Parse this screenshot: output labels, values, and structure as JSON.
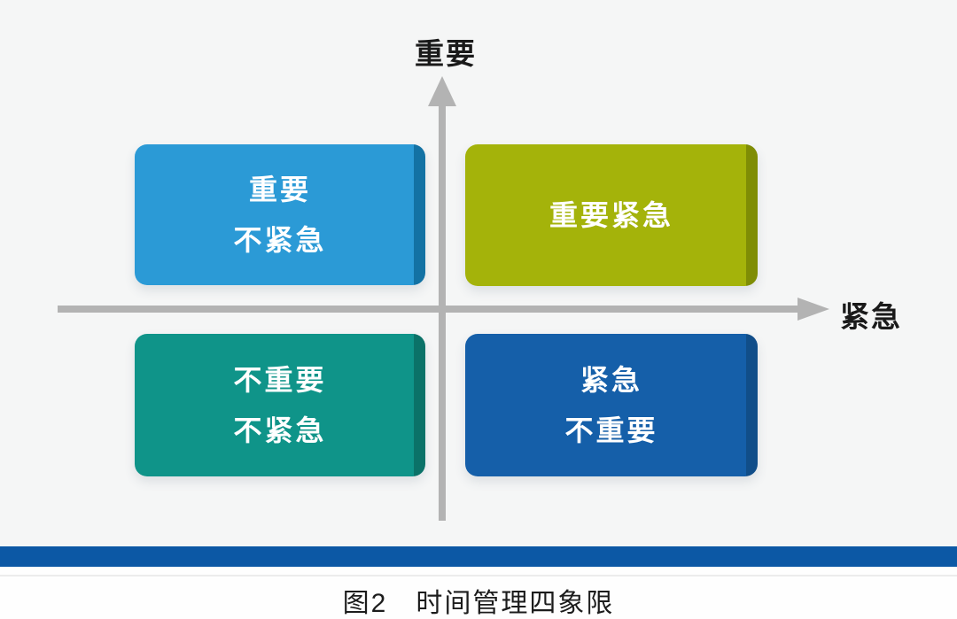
{
  "figure": {
    "axes": {
      "y_label": "重要",
      "x_label": "紧急",
      "axis_color": "#b3b3b3",
      "label_color": "#1a1a1a"
    },
    "icons": {
      "y_axis_arrow": "up-arrow",
      "x_axis_arrow": "right-arrow"
    },
    "quadrants": [
      {
        "id": "important-not-urgent",
        "lines": [
          "重要",
          "不紧急"
        ],
        "face_color": "#2b9ad6",
        "edge_color": "#1372a4"
      },
      {
        "id": "important-urgent",
        "lines": [
          "重要紧急"
        ],
        "face_color": "#a4b30a",
        "edge_color": "#7f8d05"
      },
      {
        "id": "not-important-not-urgent",
        "lines": [
          "不重要",
          "不紧急"
        ],
        "face_color": "#0f9489",
        "edge_color": "#0b7268"
      },
      {
        "id": "urgent-not-important",
        "lines": [
          "紧急",
          "不重要"
        ],
        "face_color": "#155fa9",
        "edge_color": "#114e89"
      }
    ],
    "divider_bar_color": "#0c58a5",
    "caption_prefix": "图2",
    "caption_title": "时间管理四象限"
  }
}
